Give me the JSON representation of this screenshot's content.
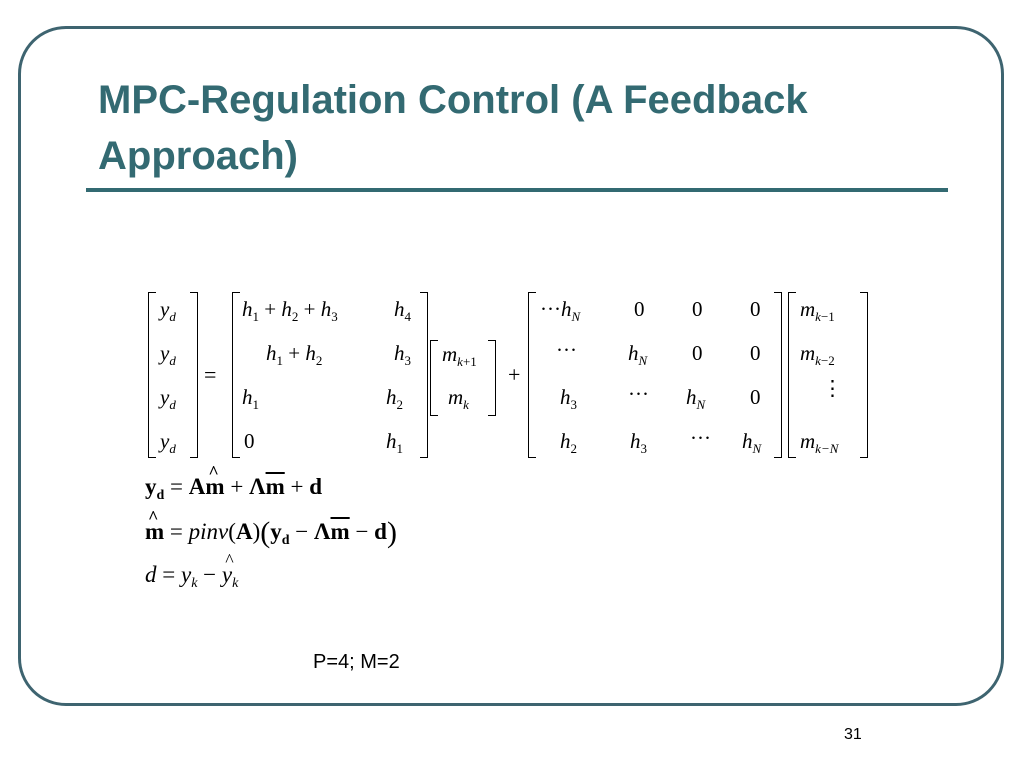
{
  "slide": {
    "title": "MPC-Regulation Control (A Feedback Approach)",
    "note": "P=4; M=2",
    "page_number": "31"
  },
  "equation": {
    "yd_rows": [
      "y",
      "y",
      "y",
      "y"
    ],
    "yd_sub": "d",
    "equals": "=",
    "plus": "+",
    "A_rows": [
      [
        "h1 + h2 + h3",
        "h4"
      ],
      [
        "h1 + h2",
        "h3"
      ],
      [
        "h1",
        "h2"
      ],
      [
        "0",
        "h1"
      ]
    ],
    "m_rows": [
      "m k+1",
      "m k"
    ],
    "B_rows": [
      [
        "···hN",
        "0",
        "0",
        "0"
      ],
      [
        "···",
        "hN",
        "0",
        "0"
      ],
      [
        "h3",
        "···",
        "hN",
        "0"
      ],
      [
        "h2",
        "h3",
        "···",
        "hN"
      ]
    ],
    "mpast_rows": [
      "m k−1",
      "m k−2",
      "⋮",
      "m k−N"
    ]
  },
  "lines": {
    "eq1": "yd = Am̂ + Λm̄ + d",
    "eq2": "m̂ = pinv(A)(yd − Λm̄ − d)",
    "eq3": "d = yk − ŷk"
  }
}
